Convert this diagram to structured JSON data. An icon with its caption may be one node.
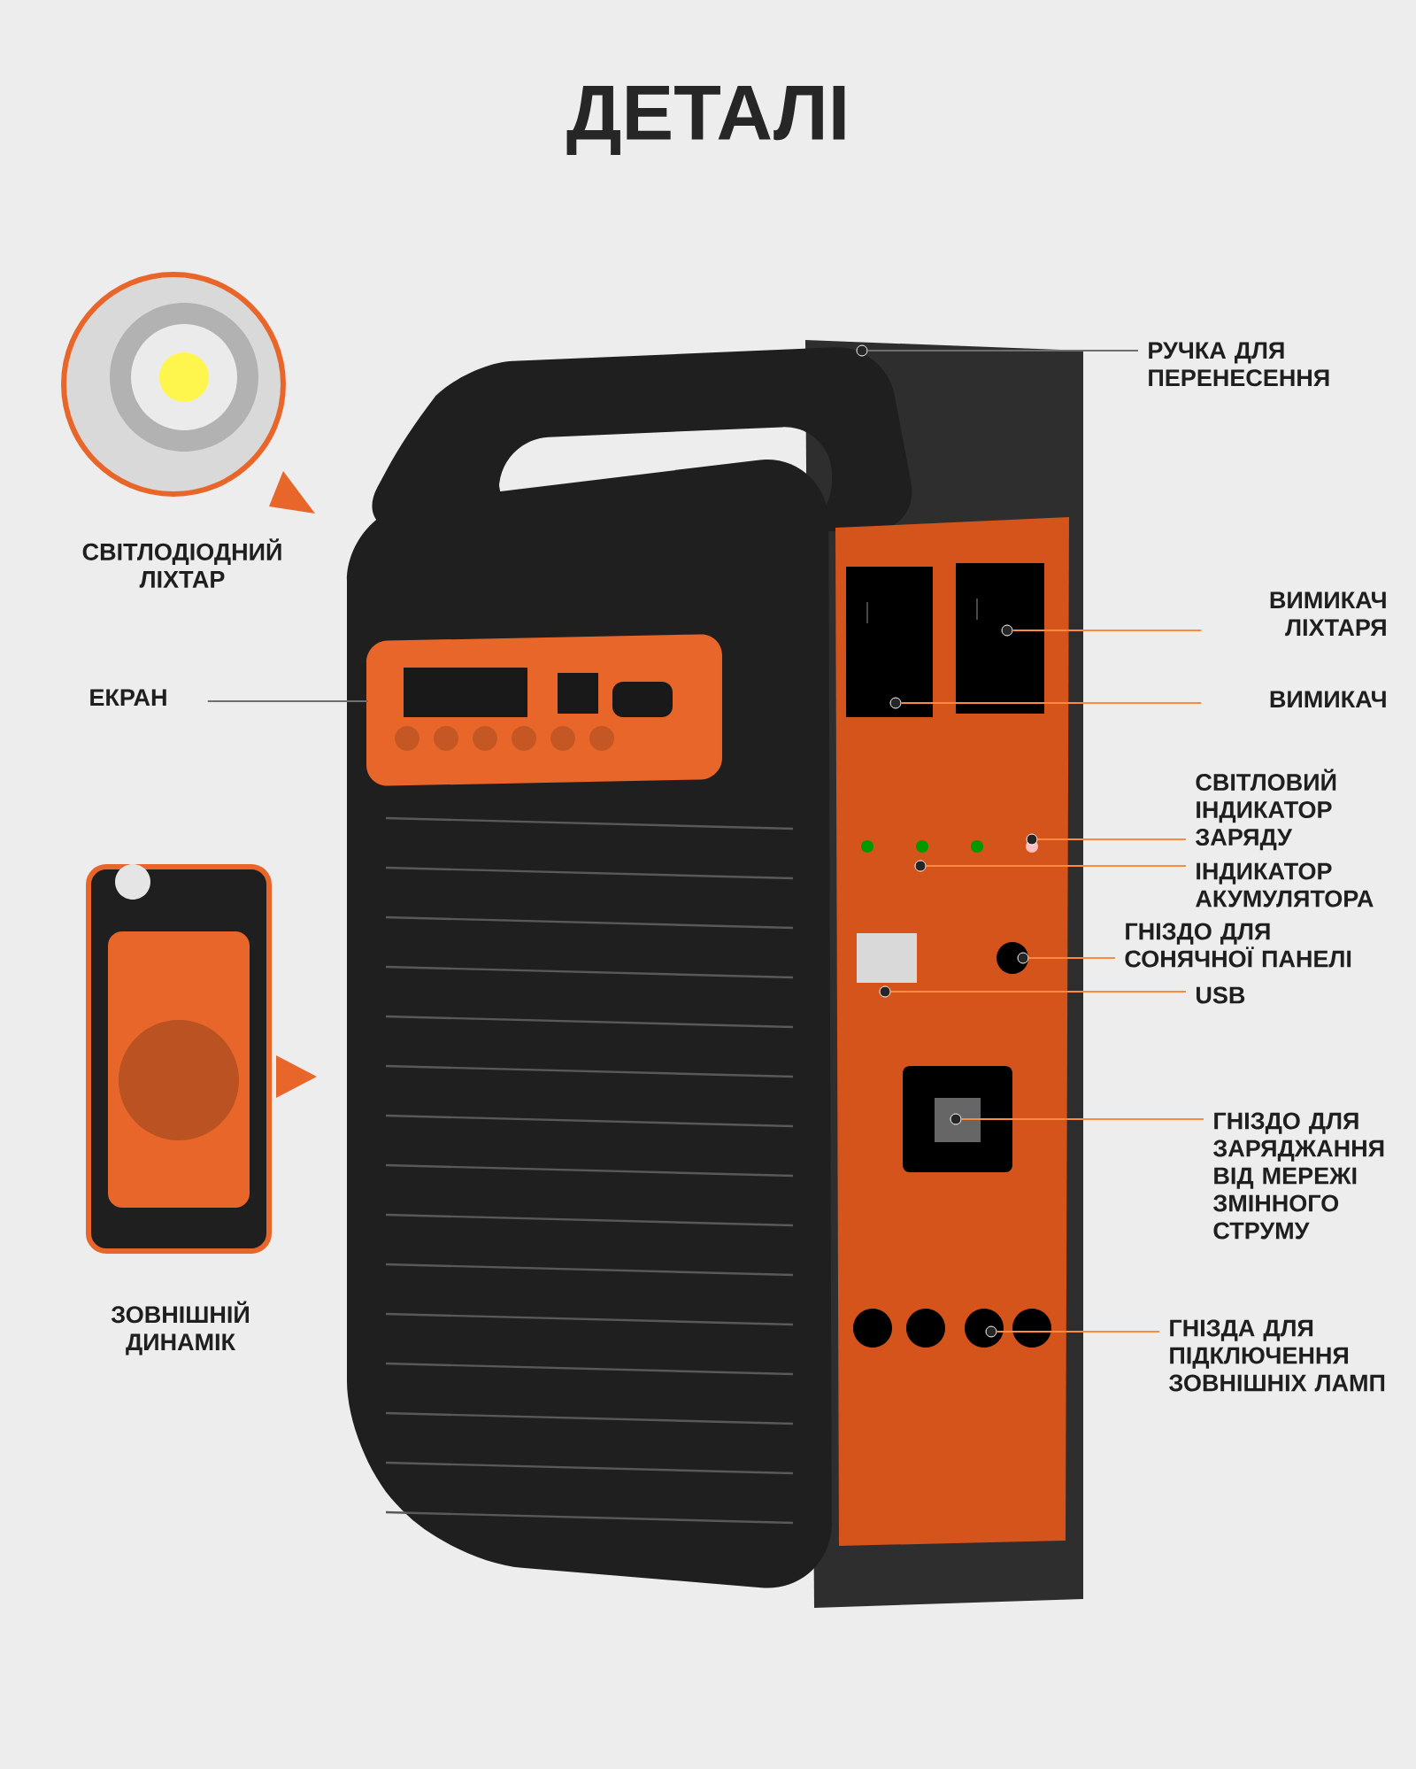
{
  "diagram": {
    "title": "ДЕТАЛІ",
    "nodes": [
      {
        "text": [
          "РУЧКА ДЛЯ ПЕРЕНЕСЕННЯ"
        ]
      },
      {
        "text": [
          "ВИМИКАЧ ЛІХТАРЯ"
        ]
      },
      {
        "text": [
          "ВИМИКАЧ"
        ]
      },
      {
        "text": [
          "СВІТЛОВИЙ ІНДИКАТОР ЗАРЯДУ"
        ]
      },
      {
        "text": [
          "ІНДИКАТОР АКУМУЛЯТОРА"
        ]
      },
      {
        "text": [
          "ГНІЗДО ДЛЯ СОНЯЧНОЇ ПАНЕЛІ"
        ]
      },
      {
        "text": [
          "USB"
        ]
      },
      {
        "text": [
          "ГНІЗДО ДЛЯ ЗАРЯДЖАННЯ ВІД МЕРЕЖІ ЗМІННОГО СТРУМУ"
        ]
      },
      {
        "text": [
          "ГНІЗДА ДЛЯ ПІДКЛЮЧЕННЯ ЗОВНІШНІХ ЛАМП"
        ]
      },
      {
        "text": [
          "ЕКРАН"
        ]
      },
      {
        "text": [],
        "shape": "picture",
        "beside": [
          "СВІТЛОДІОДНИЙ ЛІХТАР"
        ]
      },
      {
        "text": [],
        "shape": "picture",
        "beside": [
          "ЗОВНІШНІЙ ДИНАМІК"
        ]
      },
      {
        "text": [],
        "shape": "circle"
      },
      {
        "text": [],
        "shape": "circle"
      },
      {
        "text": [],
        "shape": "circle"
      },
      {
        "text": [],
        "shape": "circle"
      },
      {
        "text": [],
        "shape": "circle"
      },
      {
        "text": [],
        "shape": "circle"
      },
      {
        "text": [],
        "shape": "circle"
      },
      {
        "text": [],
        "shape": "circle"
      },
      {
        "text": [],
        "shape": "circle"
      }
    ],
    "edges": [
      {
        "from": 0,
        "to": 12,
        "arrow": "none",
        "color": "#6e6e6e"
      },
      {
        "from": 1,
        "to": 13,
        "arrow": "none"
      },
      {
        "from": 2,
        "to": 14,
        "arrow": "none"
      },
      {
        "from": 3,
        "to": 15,
        "arrow": "none"
      },
      {
        "from": 4,
        "to": 16,
        "arrow": "none"
      },
      {
        "from": 5,
        "to": 17,
        "arrow": "none"
      },
      {
        "from": 6,
        "to": 18,
        "arrow": "none"
      },
      {
        "from": 7,
        "to": 19,
        "arrow": "none"
      },
      {
        "from": 8,
        "to": 20,
        "arrow": "none"
      },
      {
        "from": 9,
        "to": null,
        "arrow": "none",
        "color": "#6e6e6e"
      }
    ]
  }
}
